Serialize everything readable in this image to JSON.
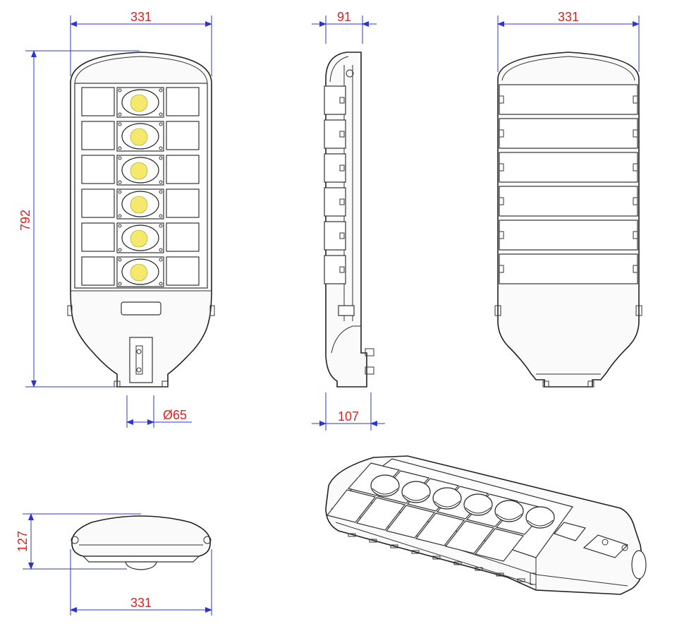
{
  "dimensions": {
    "front_width": "331",
    "front_height": "792",
    "pipe_diameter": "Ø65",
    "side_width": "91",
    "side_base": "107",
    "back_width": "331",
    "end_height": "127",
    "end_width": "331"
  },
  "colors": {
    "dimension_text": "#e0201e",
    "dimension_line": "#2b35d6",
    "outline": "#222222",
    "led_chip": "#f4e96a"
  }
}
